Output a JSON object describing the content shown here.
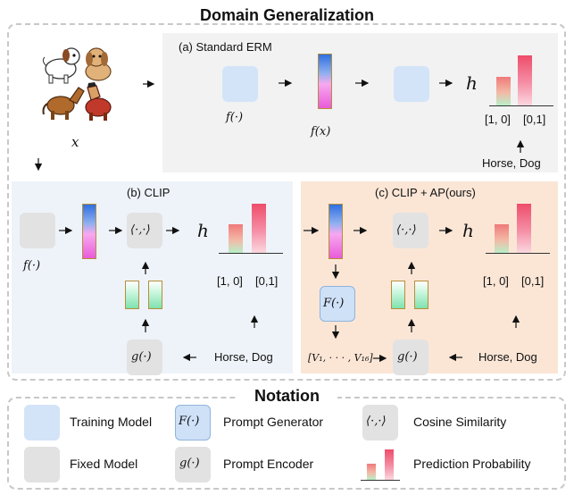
{
  "title": "Domain Generalization",
  "input_var": "x",
  "erm": {
    "title": "(a) Standard ERM",
    "f_label": "f(·)",
    "fx_label": "f(x)",
    "h_label": "h",
    "prob_labels": [
      "[1, 0]",
      "[0,1]"
    ],
    "classes": "Horse,  Dog"
  },
  "clip": {
    "title": "(b) CLIP",
    "f_label": "f(·)",
    "sim_label": "⟨·,·⟩",
    "h_label": "h",
    "prob_labels": [
      "[1, 0]",
      "[0,1]"
    ],
    "g_label": "g(·)",
    "classes": "Horse,  Dog"
  },
  "ap": {
    "title": "(c) CLIP + AP(ours)",
    "F_label": "F(·)",
    "v_label": "[V₁, · · · , V₁₆]",
    "sim_label": "⟨·,·⟩",
    "h_label": "h",
    "prob_labels": [
      "[1, 0]",
      "[0,1]"
    ],
    "g_label": "g(·)",
    "classes": "Horse,  Dog"
  },
  "notation": {
    "title": "Notation",
    "items": [
      {
        "label": "Training Model"
      },
      {
        "symbol": "F(·)",
        "label": "Prompt Generator"
      },
      {
        "symbol": "⟨·,·⟩",
        "label": "Cosine Similarity"
      },
      {
        "label": "Fixed Model"
      },
      {
        "symbol": "g(·)",
        "label": "Prompt Encoder"
      },
      {
        "label": "Prediction Probability"
      }
    ]
  },
  "colors": {
    "training_model": "#d3e4f8",
    "fixed_model": "#e2e2e2",
    "erm_panel": "#f2f2f2",
    "clip_panel": "#eef3f9",
    "ap_panel": "#fbe6d6"
  },
  "images": [
    "dog-icon",
    "dog-icon",
    "horse-icon",
    "horse-icon"
  ]
}
